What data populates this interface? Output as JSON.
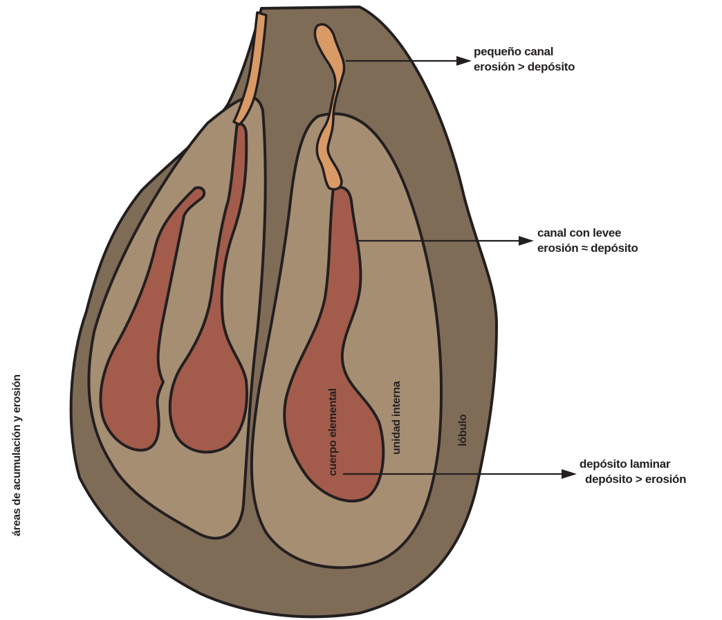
{
  "diagram": {
    "side_label": "áreas de acumulación y erosión",
    "callouts": [
      {
        "line1": "pequeño canal",
        "line2": "erosión > depósito"
      },
      {
        "line1": "canal con levee",
        "line2": "erosión ≈ depósito"
      },
      {
        "line1": "depósito laminar",
        "line2": "depósito > erosión"
      }
    ],
    "inner_labels": {
      "elementary_body": "cuerpo elemental",
      "internal_unit": "unidad interna",
      "lobe": "lóbulo"
    },
    "colors": {
      "lobe_fill": "#7f6c57",
      "internal_unit_fill": "#a68e73",
      "elementary_body_fill": "#a35c4b",
      "small_channel_fill": "#d99a66",
      "outline": "#231f20"
    }
  }
}
